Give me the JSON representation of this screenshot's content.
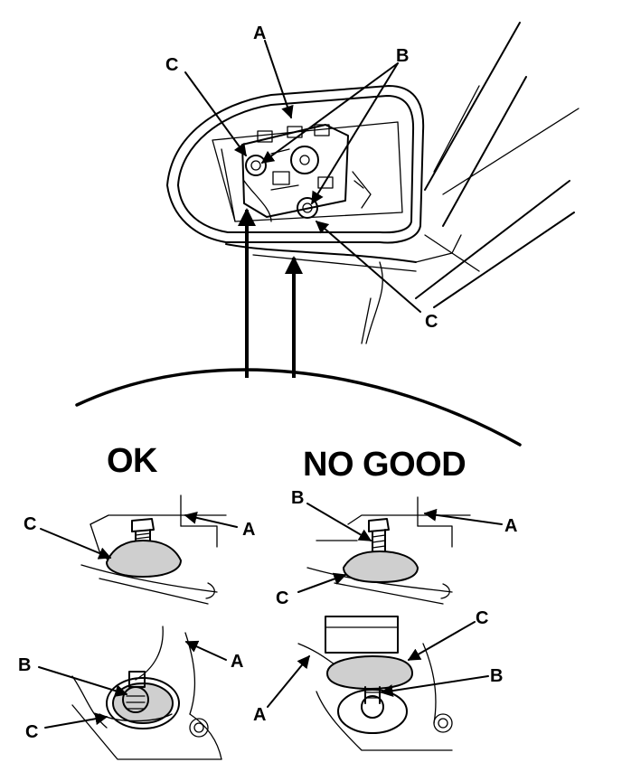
{
  "labels": {
    "a": "A",
    "b": "B",
    "c": "C"
  },
  "headings": {
    "ok": "OK",
    "no_good": "NO GOOD"
  },
  "colors": {
    "line": "#000000",
    "background": "#ffffff",
    "adhesive_pad": "#cfcfcf"
  }
}
